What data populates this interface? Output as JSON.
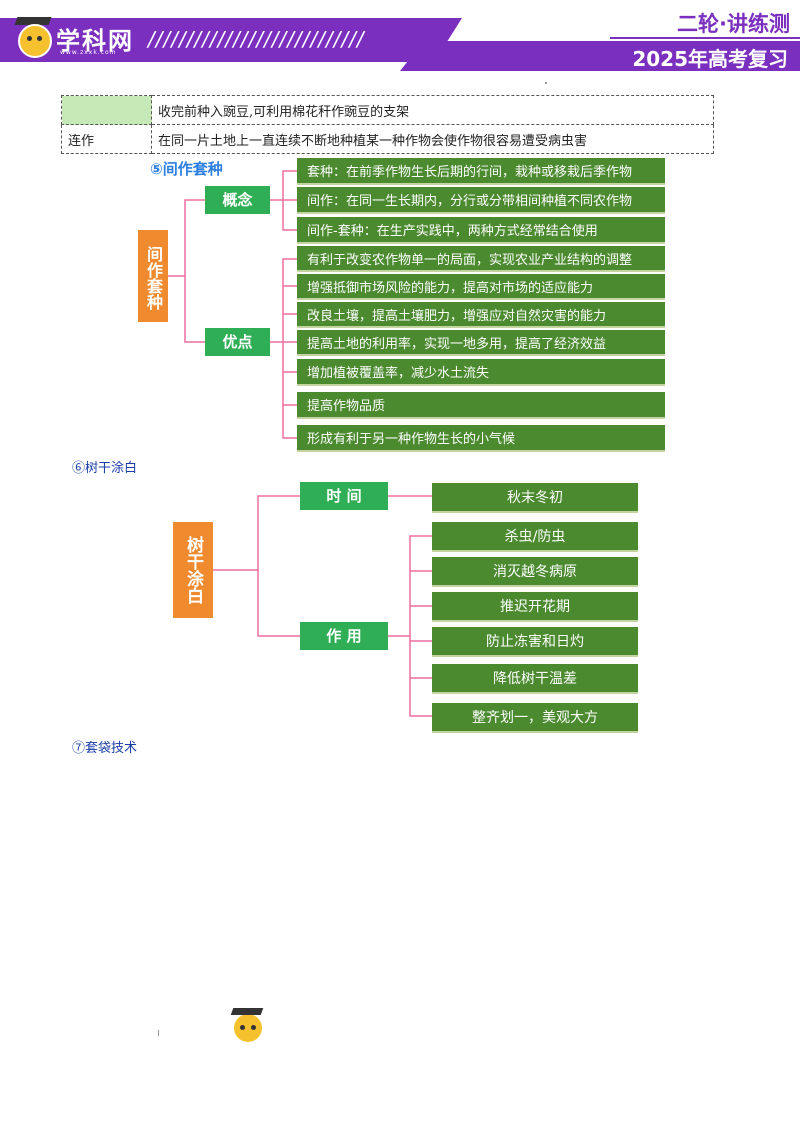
{
  "header": {
    "brand": "学科网",
    "url": "www.zxxk.com",
    "slashes": "////////////////////////////",
    "series": "二轮·讲练测",
    "subtitle": "2025年高考复习"
  },
  "table": {
    "rows": [
      {
        "term": "",
        "desc": "收完前种入豌豆,可利用棉花秆作豌豆的支架"
      },
      {
        "term": "连作",
        "desc": "在同一片土地上一直连续不断地种植某一种作物会使作物很容易遭受病虫害"
      }
    ]
  },
  "section5": {
    "heading": "⑤间作套种",
    "root": "间作套种",
    "concept_label": "概念",
    "concepts": [
      "套种：在前季作物生长后期的行间，栽种或移栽后季作物",
      "间作：在同一生长期内，分行或分带相间种植不同农作物",
      "间作-套种：在生产实践中，两种方式经常结合使用"
    ],
    "adv_label": "优点",
    "advantages": [
      "有利于改变农作物单一的局面，实现农业产业结构的调整",
      "增强抵御市场风险的能力，提高对市场的适应能力",
      "改良土壤，提高土壤肥力，增强应对自然灾害的能力",
      "提高土地的利用率，实现一地多用，提高了经济效益",
      "增加植被覆盖率，减少水土流失",
      "提高作物品质",
      "形成有利于另一种作物生长的小气候"
    ]
  },
  "section6": {
    "heading": "⑥树干涂白",
    "root": "树干涂白",
    "time_label": "时 间",
    "time_value": "秋末冬初",
    "effect_label": "作 用",
    "effects": [
      "杀虫/防虫",
      "消灭越冬病原",
      "推迟开花期",
      "防止冻害和日灼",
      "降低树干温差",
      "整齐划一，美观大方"
    ]
  },
  "section7": {
    "heading": "⑦套袋技术"
  }
}
